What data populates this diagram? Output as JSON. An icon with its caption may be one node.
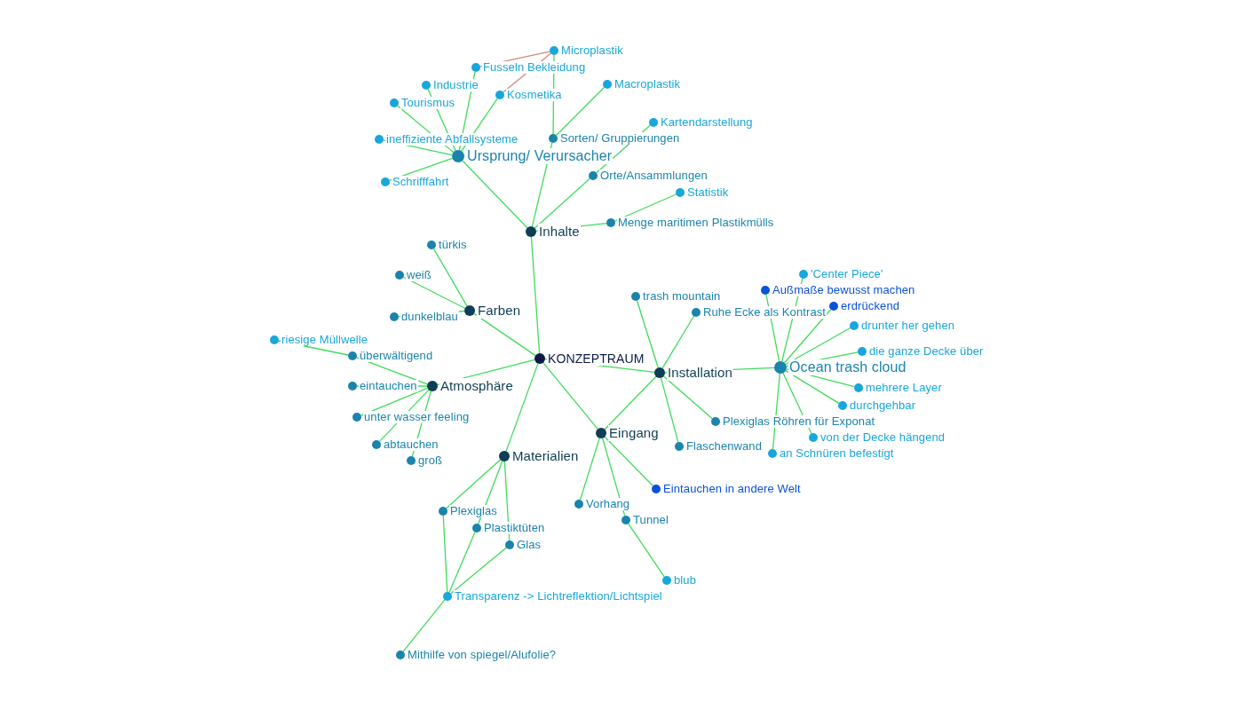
{
  "diagram": {
    "nodes": [
      {
        "text": [],
        "shape": "circle",
        "beside": [
          "KONZEPTRAUM"
        ]
      },
      {
        "text": [],
        "shape": "circle",
        "beside": [
          "Inhalte"
        ]
      },
      {
        "text": [],
        "shape": "circle",
        "beside": [
          "Ursprung/ Verursacher"
        ]
      },
      {
        "text": [],
        "shape": "circle",
        "beside": [
          "Microplastik"
        ]
      },
      {
        "text": [],
        "shape": "circle",
        "beside": [
          "Fusseln Bekleidung"
        ]
      },
      {
        "text": [],
        "shape": "circle",
        "beside": [
          "Industrie"
        ]
      },
      {
        "text": [],
        "shape": "circle",
        "beside": [
          "Kosmetika"
        ]
      },
      {
        "text": [],
        "shape": "circle",
        "beside": [
          "Tourismus"
        ]
      },
      {
        "text": [],
        "shape": "circle",
        "beside": [
          "Macroplastik"
        ]
      },
      {
        "text": [],
        "shape": "circle",
        "beside": [
          "ineffiziente Abfallsysteme"
        ]
      },
      {
        "text": [],
        "shape": "circle",
        "beside": [
          "Sorten/ Gruppierungen"
        ]
      },
      {
        "text": [],
        "shape": "circle",
        "beside": [
          "Kartendarstellung"
        ]
      },
      {
        "text": [],
        "shape": "circle",
        "beside": [
          "Schrifffahrt"
        ]
      },
      {
        "text": [],
        "shape": "circle",
        "beside": [
          "Orte/Ansammlungen"
        ]
      },
      {
        "text": [],
        "shape": "circle",
        "beside": [
          "Statistik"
        ]
      },
      {
        "text": [],
        "shape": "circle",
        "beside": [
          "Menge maritimen Plastikmülls"
        ]
      },
      {
        "text": [],
        "shape": "circle",
        "beside": [
          "Farben"
        ]
      },
      {
        "text": [],
        "shape": "circle",
        "beside": [
          "türkis"
        ]
      },
      {
        "text": [],
        "shape": "circle",
        "beside": [
          "weiß"
        ]
      },
      {
        "text": [],
        "shape": "circle",
        "beside": [
          "dunkelblau"
        ]
      },
      {
        "text": [],
        "shape": "circle",
        "beside": [
          "riesige Müllwelle"
        ]
      },
      {
        "text": [],
        "shape": "circle",
        "beside": [
          "überwältigend"
        ]
      },
      {
        "text": [],
        "shape": "circle",
        "beside": [
          "Atmosphäre"
        ]
      },
      {
        "text": [],
        "shape": "circle",
        "beside": [
          "eintauchen"
        ]
      },
      {
        "text": [],
        "shape": "circle",
        "beside": [
          "unter wasser feeling"
        ]
      },
      {
        "text": [],
        "shape": "circle",
        "beside": [
          "abtauchen"
        ]
      },
      {
        "text": [],
        "shape": "circle",
        "beside": [
          "groß"
        ]
      },
      {
        "text": [],
        "shape": "circle",
        "beside": [
          "Materialien"
        ]
      },
      {
        "text": [],
        "shape": "circle",
        "beside": [
          "Plexiglas"
        ]
      },
      {
        "text": [],
        "shape": "circle",
        "beside": [
          "Plastiktüten"
        ]
      },
      {
        "text": [],
        "shape": "circle",
        "beside": [
          "Glas"
        ]
      },
      {
        "text": [],
        "shape": "circle",
        "beside": [
          "Transparenz -> Lichtreflektion/Lichtspiel"
        ]
      },
      {
        "text": [],
        "shape": "circle",
        "beside": [
          "Mithilfe von spiegel/Alufolie?"
        ]
      },
      {
        "text": [],
        "shape": "circle",
        "beside": [
          "Installation"
        ]
      },
      {
        "text": [],
        "shape": "circle",
        "beside": [
          "trash mountain"
        ]
      },
      {
        "text": [],
        "shape": "circle",
        "beside": [
          "Ruhe Ecke als Kontrast"
        ]
      },
      {
        "text": [],
        "shape": "circle",
        "beside": [
          "Plexiglas Röhren für Exponat"
        ]
      },
      {
        "text": [],
        "shape": "circle",
        "beside": [
          "Flaschenwand"
        ]
      },
      {
        "text": [],
        "shape": "circle",
        "beside": [
          "Ocean trash cloud"
        ]
      },
      {
        "text": [],
        "shape": "circle",
        "beside": [
          "'Center Piece'"
        ]
      },
      {
        "text": [],
        "shape": "circle",
        "beside": [
          "Außmaße bewusst machen"
        ]
      },
      {
        "text": [],
        "shape": "circle",
        "beside": [
          "erdrückend"
        ]
      },
      {
        "text": [],
        "shape": "circle",
        "beside": [
          "drunter her gehen"
        ]
      },
      {
        "text": [],
        "shape": "circle",
        "beside": [
          "die ganze Decke über"
        ]
      },
      {
        "text": [],
        "shape": "circle",
        "beside": [
          "mehrere Layer"
        ]
      },
      {
        "text": [],
        "shape": "circle",
        "beside": [
          "durchgehbar"
        ]
      },
      {
        "text": [],
        "shape": "circle",
        "beside": [
          "von der Decke hängend"
        ]
      },
      {
        "text": [],
        "shape": "circle",
        "beside": [
          "an Schnüren befestigt"
        ]
      },
      {
        "text": [],
        "shape": "circle",
        "beside": [
          "Eingang"
        ]
      },
      {
        "text": [],
        "shape": "circle",
        "beside": [
          "Vorhang"
        ]
      },
      {
        "text": [],
        "shape": "circle",
        "beside": [
          "Tunnel"
        ]
      },
      {
        "text": [],
        "shape": "circle",
        "beside": [
          "Eintauchen in andere Welt"
        ]
      },
      {
        "text": [],
        "shape": "circle",
        "beside": [
          "blub"
        ]
      }
    ],
    "edges": [
      {
        "from": 0,
        "to": 1,
        "arrow": "none"
      },
      {
        "from": 1,
        "to": 2,
        "arrow": "none"
      },
      {
        "from": 2,
        "to": 4,
        "arrow": "none"
      },
      {
        "from": 2,
        "to": 5,
        "arrow": "none"
      },
      {
        "from": 2,
        "to": 6,
        "arrow": "none"
      },
      {
        "from": 2,
        "to": 7,
        "arrow": "none"
      },
      {
        "from": 2,
        "to": 9,
        "arrow": "none"
      },
      {
        "from": 2,
        "to": 12,
        "arrow": "none"
      },
      {
        "from": 3,
        "to": 4,
        "arrow": "none",
        "color": "#d4897c"
      },
      {
        "from": 3,
        "to": 6,
        "arrow": "none",
        "color": "#d4897c"
      },
      {
        "from": 3,
        "to": 10,
        "arrow": "none"
      },
      {
        "from": 1,
        "to": 10,
        "arrow": "none"
      },
      {
        "from": 10,
        "to": 8,
        "arrow": "none"
      },
      {
        "from": 1,
        "to": 13,
        "arrow": "none"
      },
      {
        "from": 13,
        "to": 11,
        "arrow": "none"
      },
      {
        "from": 1,
        "to": 15,
        "arrow": "none"
      },
      {
        "from": 15,
        "to": 14,
        "arrow": "none"
      },
      {
        "from": 0,
        "to": 16,
        "arrow": "none"
      },
      {
        "from": 16,
        "to": 17,
        "arrow": "none"
      },
      {
        "from": 16,
        "to": 18,
        "arrow": "none"
      },
      {
        "from": 16,
        "to": 19,
        "arrow": "none"
      },
      {
        "from": 0,
        "to": 22,
        "arrow": "none"
      },
      {
        "from": 22,
        "to": 21,
        "arrow": "none"
      },
      {
        "from": 21,
        "to": 20,
        "arrow": "none"
      },
      {
        "from": 22,
        "to": 23,
        "arrow": "none"
      },
      {
        "from": 22,
        "to": 24,
        "arrow": "none"
      },
      {
        "from": 22,
        "to": 25,
        "arrow": "none"
      },
      {
        "from": 22,
        "to": 26,
        "arrow": "none"
      },
      {
        "from": 0,
        "to": 27,
        "arrow": "none"
      },
      {
        "from": 27,
        "to": 28,
        "arrow": "none"
      },
      {
        "from": 27,
        "to": 29,
        "arrow": "none"
      },
      {
        "from": 27,
        "to": 30,
        "arrow": "none"
      },
      {
        "from": 28,
        "to": 31,
        "arrow": "none"
      },
      {
        "from": 29,
        "to": 31,
        "arrow": "none"
      },
      {
        "from": 30,
        "to": 31,
        "arrow": "none"
      },
      {
        "from": 31,
        "to": 32,
        "arrow": "none"
      },
      {
        "from": 0,
        "to": 33,
        "arrow": "none"
      },
      {
        "from": 33,
        "to": 34,
        "arrow": "none"
      },
      {
        "from": 33,
        "to": 35,
        "arrow": "none"
      },
      {
        "from": 33,
        "to": 36,
        "arrow": "none"
      },
      {
        "from": 33,
        "to": 37,
        "arrow": "none"
      },
      {
        "from": 33,
        "to": 38,
        "arrow": "none"
      },
      {
        "from": 38,
        "to": 39,
        "arrow": "none"
      },
      {
        "from": 38,
        "to": 40,
        "arrow": "none"
      },
      {
        "from": 38,
        "to": 41,
        "arrow": "none"
      },
      {
        "from": 38,
        "to": 42,
        "arrow": "none"
      },
      {
        "from": 38,
        "to": 43,
        "arrow": "none"
      },
      {
        "from": 38,
        "to": 44,
        "arrow": "none"
      },
      {
        "from": 38,
        "to": 45,
        "arrow": "none"
      },
      {
        "from": 38,
        "to": 46,
        "arrow": "none"
      },
      {
        "from": 38,
        "to": 47,
        "arrow": "none"
      },
      {
        "from": 0,
        "to": 48,
        "arrow": "none"
      },
      {
        "from": 48,
        "to": 33,
        "arrow": "none"
      },
      {
        "from": 48,
        "to": 49,
        "arrow": "none"
      },
      {
        "from": 48,
        "to": 50,
        "arrow": "none"
      },
      {
        "from": 48,
        "to": 51,
        "arrow": "none"
      },
      {
        "from": 50,
        "to": 52,
        "arrow": "none"
      }
    ]
  }
}
